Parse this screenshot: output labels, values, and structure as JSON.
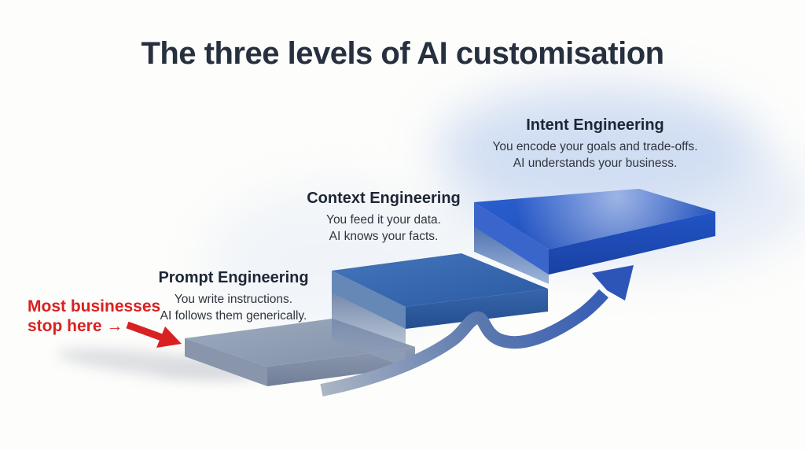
{
  "title": "The three levels of AI customisation",
  "annotation": {
    "line1": "Most businesses",
    "line2": "stop here →",
    "color": "#d92121"
  },
  "steps": [
    {
      "name": "Prompt Engineering",
      "desc1": "You write instructions.",
      "desc2": "AI follows them generically.",
      "top_light": "#9dabbf",
      "top_dark": "#8290a9",
      "front_light": "#8d9ab0",
      "front_dark": "#707e97",
      "side": "#8met"
    },
    {
      "name": "Context Engineering",
      "desc1": "You feed it your data.",
      "desc2": "AI knows your facts.",
      "top_light": "#4575ba",
      "top_dark": "#2a5aa4",
      "front_light": "#3866ac",
      "front_dark": "#234e8f",
      "side": "#6588b6"
    },
    {
      "name": "Intent Engineering",
      "desc1": "You encode your goals and trade-offs.",
      "desc2": "AI understands your business.",
      "top_light": "#2c60d1",
      "top_dark": "#1c4ab3",
      "front_light": "#2254c6",
      "front_dark": "#1941a2",
      "side": "#3a66cc"
    }
  ],
  "colors": {
    "title_text": "#27303f",
    "heading_text": "#1d2635",
    "body_text": "#2f353e",
    "step1_side": "#8895ab",
    "riser1_top": "rgba(58,88,138,0.85)",
    "riser1_bottom": "rgba(158,173,196,0.50)",
    "riser2_top": "rgba(27,68,148,0.92)",
    "riser2_bottom": "rgba(84,124,188,0.55)",
    "arrow_start": "#aab4c4",
    "arrow_mid": "#5b79ae",
    "arrow_end": "#2d55b8",
    "glow": "#ccdaf2",
    "shadow": "#d4d6db",
    "background": "#fdfdfb"
  }
}
